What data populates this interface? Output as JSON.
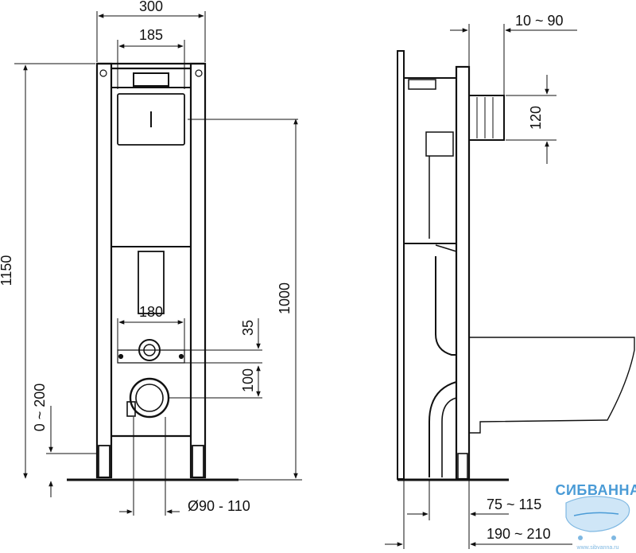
{
  "dimensions": {
    "frame_width": "300",
    "cistern_width": "185",
    "total_height": "1150",
    "frame_height": "1000",
    "bolt_spacing": "180",
    "bolt_offset": "35",
    "drain_offset": "100",
    "foot_adjust": "0 ~ 200",
    "drain_diameter": "Ø90 - 110",
    "wall_gap": "10 ~ 90",
    "supply_height": "120",
    "frame_depth": "75 ~ 115",
    "total_depth": "190 ~ 210"
  },
  "logo": {
    "brand": "СИБВАННА",
    "url": "www.sibvanna.ru"
  },
  "colors": {
    "line": "#111111",
    "logo": "#4a9bd6"
  }
}
